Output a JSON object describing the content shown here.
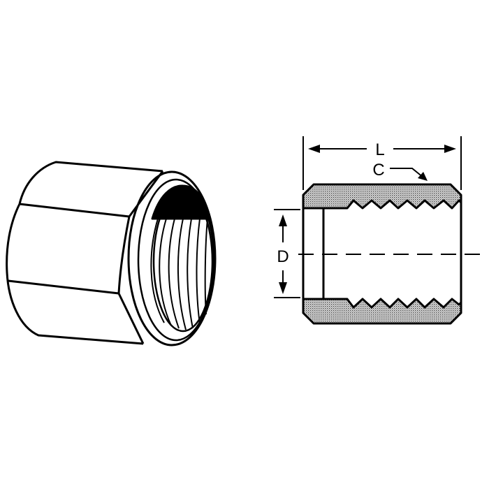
{
  "labels": {
    "length": "L",
    "chamfer": "C",
    "diameter": "D"
  },
  "colors": {
    "line": "#000000",
    "section_fill": "#c8c8c8",
    "background": "#ffffff"
  }
}
